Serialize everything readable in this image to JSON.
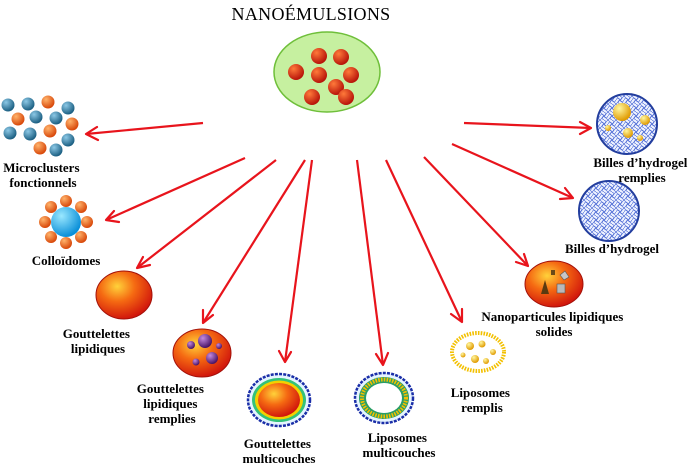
{
  "title": "NANOÉMULSIONS",
  "nodes": [
    {
      "label": [
        "Microclusters",
        "fonctionnels"
      ]
    },
    {
      "label": [
        "Colloïdomes"
      ]
    },
    {
      "label": [
        "Gouttelettes",
        "lipidiques"
      ]
    },
    {
      "label": [
        "Gouttelettes",
        "lipidiques",
        "remplies"
      ]
    },
    {
      "label": [
        "Gouttelettes",
        "multicouches"
      ]
    },
    {
      "label": [
        "Liposomes",
        "multicouches"
      ]
    },
    {
      "label": [
        "Liposomes",
        "remplis"
      ]
    },
    {
      "label": [
        "Nanoparticules lipidiques",
        "solides"
      ]
    },
    {
      "label": [
        "Billes d’hydrogel"
      ]
    },
    {
      "label": [
        "Billes d’hydrogel",
        "remplies"
      ]
    }
  ],
  "colors": {
    "arrow": "#e8141c",
    "central_fill": "#c6f0a0",
    "droplet": "#d83a10",
    "blue_shell": "#2b4fc7",
    "yellow": "#f3c000",
    "cyan": "#11b5ea",
    "orange": "#ee6a18",
    "teal": "#2a7fa5",
    "purple": "#6e2a8c"
  }
}
